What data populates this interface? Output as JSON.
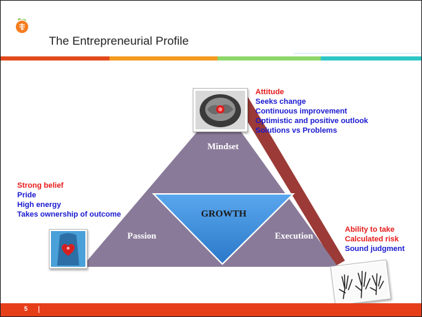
{
  "slide": {
    "title": "The Entrepreneurial Profile",
    "page_number": "5"
  },
  "diagram": {
    "center_label": "GROWTH",
    "vertices": {
      "top": "Mindset",
      "left": "Passion",
      "right": "Execution"
    },
    "colors": {
      "triangle": "#8a7a99",
      "inner_triangle": "#3d8bd9",
      "band": "#9b3a36"
    }
  },
  "mindset_list": [
    {
      "text": "Attitude",
      "color": "red"
    },
    {
      "text": "Seeks change",
      "color": "blue"
    },
    {
      "text": "Continuous improvement",
      "color": "blue"
    },
    {
      "text": "Optimistic and positive outlook",
      "color": "blue"
    },
    {
      "text": "Solutions vs Problems",
      "color": "blue"
    }
  ],
  "passion_list": [
    {
      "text": "Strong belief",
      "color": "red"
    },
    {
      "text": "Pride",
      "color": "blue"
    },
    {
      "text": "High energy",
      "color": "blue"
    },
    {
      "text": "Takes ownership of outcome",
      "color": "blue"
    }
  ],
  "execution_list": [
    {
      "text": "Ability to take",
      "color": "red"
    },
    {
      "text": "Calculated risk",
      "color": "red"
    },
    {
      "text": "Sound judgment",
      "color": "blue"
    }
  ],
  "icons": {
    "logo": "peach-logo-icon",
    "brain": "brain-photo-icon",
    "heart": "heart-body-photo-icon",
    "hands": "hands-sketch-icon"
  }
}
